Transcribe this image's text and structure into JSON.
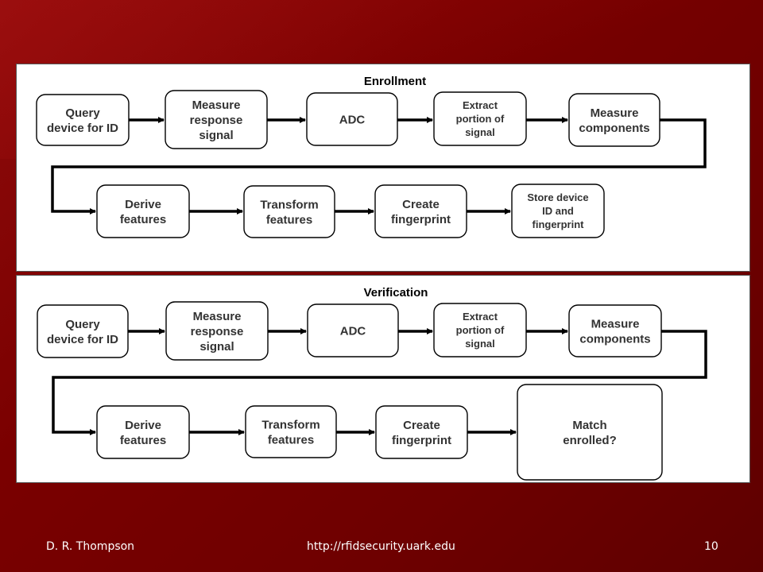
{
  "enrollment": {
    "title": "Enrollment",
    "steps": [
      {
        "id": "e1",
        "lines": [
          "Query",
          "device for ID"
        ]
      },
      {
        "id": "e2",
        "lines": [
          "Measure",
          "response",
          "signal"
        ]
      },
      {
        "id": "e3",
        "lines": [
          "ADC"
        ]
      },
      {
        "id": "e4",
        "lines": [
          "Extract",
          "portion of",
          "signal"
        ]
      },
      {
        "id": "e5",
        "lines": [
          "Measure",
          "components"
        ]
      },
      {
        "id": "e6",
        "lines": [
          "Derive",
          "features"
        ]
      },
      {
        "id": "e7",
        "lines": [
          "Transform",
          "features"
        ]
      },
      {
        "id": "e8",
        "lines": [
          "Create",
          "fingerprint"
        ]
      },
      {
        "id": "e9",
        "lines": [
          "Store device",
          "ID and",
          "fingerprint"
        ]
      }
    ]
  },
  "verification": {
    "title": "Verification",
    "steps": [
      {
        "id": "v1",
        "lines": [
          "Query",
          "device for ID"
        ]
      },
      {
        "id": "v2",
        "lines": [
          "Measure",
          "response",
          "signal"
        ]
      },
      {
        "id": "v3",
        "lines": [
          "ADC"
        ]
      },
      {
        "id": "v4",
        "lines": [
          "Extract",
          "portion of",
          "signal"
        ]
      },
      {
        "id": "v5",
        "lines": [
          "Measure",
          "components"
        ]
      },
      {
        "id": "v6",
        "lines": [
          "Derive",
          "features"
        ]
      },
      {
        "id": "v7",
        "lines": [
          "Transform",
          "features"
        ]
      },
      {
        "id": "v8",
        "lines": [
          "Create",
          "fingerprint"
        ]
      },
      {
        "id": "v9",
        "lines": [
          "Match",
          "enrolled?"
        ]
      }
    ]
  },
  "footer": {
    "author": "D. R. Thompson",
    "url": "http://rfidsecurity.uark.edu",
    "page": "10"
  }
}
